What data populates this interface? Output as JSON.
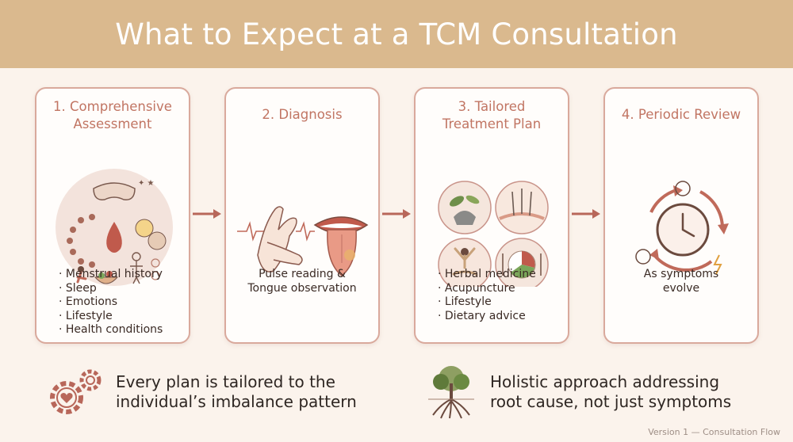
{
  "title": "What to Expect at a TCM Consultation",
  "steps": [
    {
      "title_line1": "1. Comprehensive",
      "title_line2": "Assessment",
      "items": [
        "Menstrual history",
        "Sleep",
        "Emotions",
        "Lifestyle",
        "Health conditions"
      ],
      "icon": "assessment-collage-icon"
    },
    {
      "title": "2. Diagnosis",
      "text_line1": "Pulse reading &",
      "text_line2": "Tongue observation",
      "icon": "pulse-tongue-icon"
    },
    {
      "title_line1": "3. Tailored",
      "title_line2": "Treatment Plan",
      "items": [
        "Herbal medicine",
        "Acupuncture",
        "Lifestyle",
        "Dietary advice"
      ],
      "icon": "treatment-circles-icon"
    },
    {
      "title": "4. Periodic Review",
      "text_line1": "As symptoms",
      "text_line2": "evolve",
      "icon": "review-cycle-icon"
    }
  ],
  "notes": [
    {
      "line1": "Every plan is tailored to the",
      "line2": "individual’s imbalance pattern",
      "icon": "gears-heart-icon"
    },
    {
      "line1": "Holistic approach addressing",
      "line2": "root cause, not just symptoms",
      "icon": "tree-roots-icon"
    }
  ],
  "footer": "Version 1 — Consultation Flow",
  "colors": {
    "header": "#dab98e",
    "accent": "#c17563",
    "border": "#d9a99c",
    "background": "#fbf3ec"
  }
}
